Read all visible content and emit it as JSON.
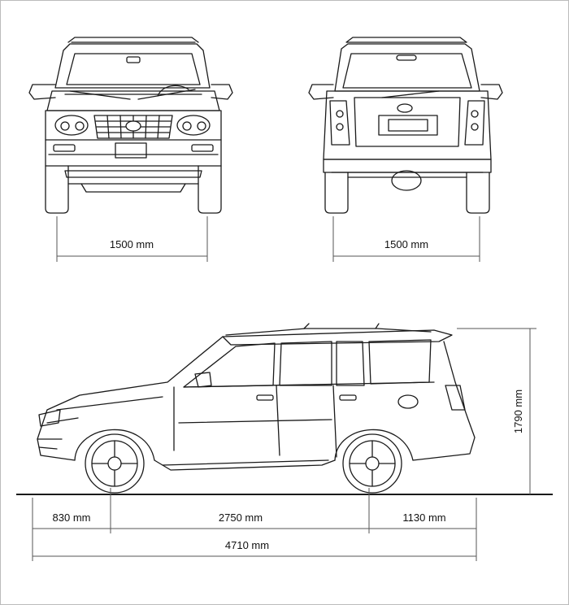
{
  "dimensions": {
    "front_track": "1500 mm",
    "rear_track": "1500 mm",
    "height": "1790 mm",
    "front_overhang": "830 mm",
    "wheelbase": "2750 mm",
    "rear_overhang": "1130 mm",
    "overall_length": "4710 mm"
  },
  "colors": {
    "line": "#1a1a1a",
    "dimension_line": "#555555",
    "background": "#ffffff"
  }
}
